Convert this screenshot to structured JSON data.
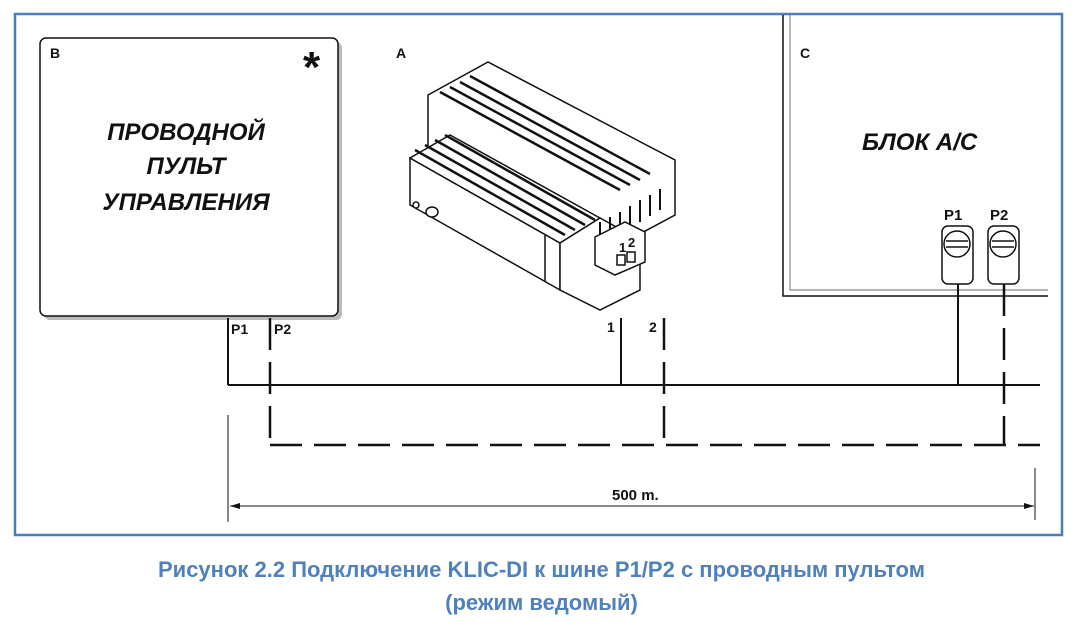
{
  "diagram": {
    "block_b": {
      "letter": "B",
      "marker": "*",
      "title_lines": [
        "ПРОВОДНОЙ",
        "ПУЛЬТ",
        "УПРАВЛЕНИЯ"
      ],
      "p1": "P1",
      "p2": "P2"
    },
    "block_a": {
      "letter": "A",
      "terminal_1": "1",
      "terminal_2": "2"
    },
    "block_c": {
      "letter": "C",
      "title": "БЛОК А/С",
      "p1": "P1",
      "p2": "P2"
    },
    "distance": "500 m."
  },
  "caption": {
    "line1": "Рисунок 2.2 Подключение KLIC-DI к шине P1/P2 с проводным пультом",
    "line2": "(режим ведомый)"
  },
  "colors": {
    "frame": "#4a7ebb",
    "caption": "#4f81bd"
  }
}
